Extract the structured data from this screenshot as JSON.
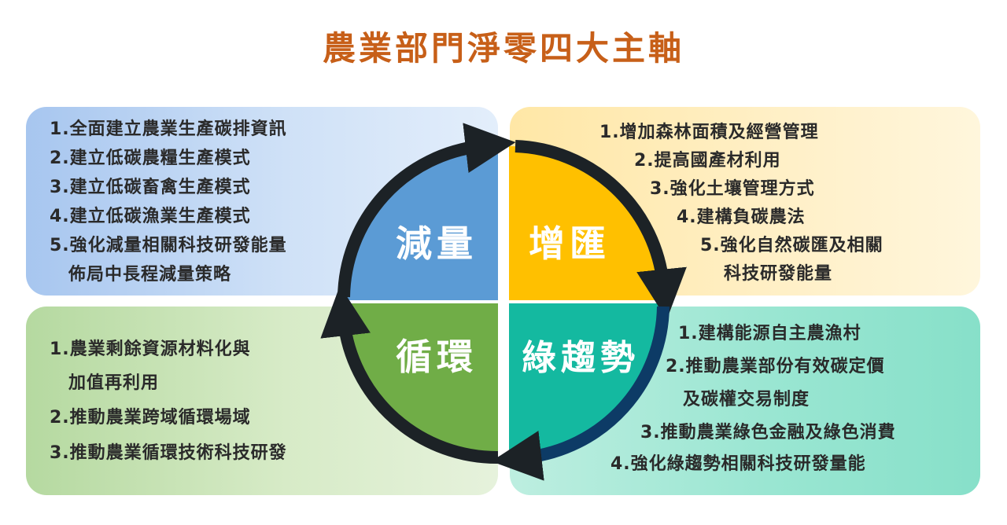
{
  "title": "農業部門淨零四大主軸",
  "quadrants": {
    "reduction": {
      "label": "減量",
      "color": "#5b9bd5",
      "items": [
        "1.全面建立農業生產碳排資訊",
        "2.建立低碳農糧生產模式",
        "3.建立低碳畜禽生產模式",
        "4.建立低碳漁業生產模式",
        "5.強化減量相關科技研發能量",
        "佈局中長程減量策略"
      ]
    },
    "sink": {
      "label": "增匯",
      "color": "#ffc000",
      "items": [
        "1.增加森林面積及經營管理",
        "2.提高國產材利用",
        "3.強化土壤管理方式",
        "4.建構負碳農法",
        "5.強化自然碳匯及相關",
        "科技研發能量"
      ]
    },
    "circular": {
      "label": "循環",
      "color": "#70ad47",
      "items": [
        "1.農業剩餘資源材料化與",
        "加值再利用",
        "2.推動農業跨域循環場域",
        "3.推動農業循環技術科技研發"
      ]
    },
    "green": {
      "label": "綠趨勢",
      "color": "#14b9a0",
      "items": [
        "1.建構能源自主農漁村",
        "2.推動農業部份有效碳定價",
        "及碳權交易制度",
        "3.推動農業綠色金融及綠色消費",
        "4.強化綠趨勢相關科技研發量能"
      ]
    }
  },
  "icons": {
    "cycle_arrows": "circular-arrows-icon"
  }
}
